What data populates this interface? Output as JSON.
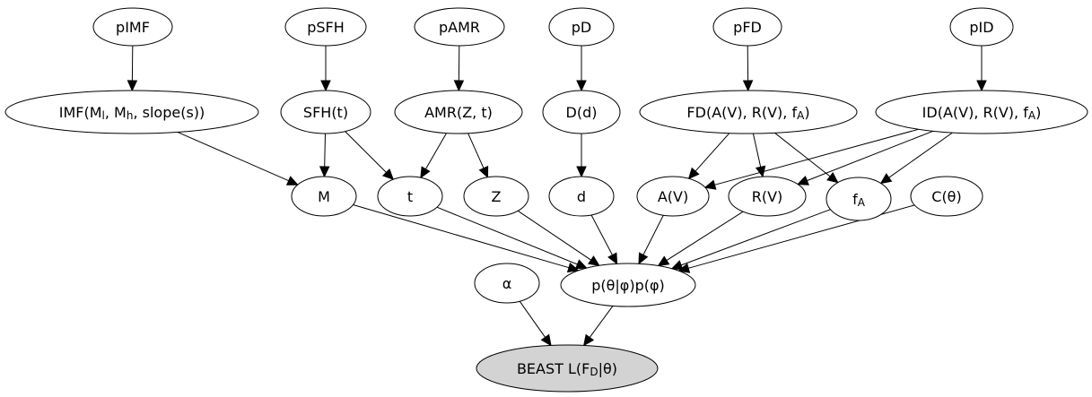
{
  "diagram": {
    "colors": {
      "line": "#000000",
      "node_fill": "#ffffff",
      "highlight_fill": "#d3d3d3"
    },
    "nodes": {
      "pIMF": {
        "label": [
          {
            "t": "pIMF"
          }
        ]
      },
      "pSFH": {
        "label": [
          {
            "t": "pSFH"
          }
        ]
      },
      "pAMR": {
        "label": [
          {
            "t": "pAMR"
          }
        ]
      },
      "pD": {
        "label": [
          {
            "t": "pD"
          }
        ]
      },
      "pFD": {
        "label": [
          {
            "t": "pFD"
          }
        ]
      },
      "pID": {
        "label": [
          {
            "t": "pID"
          }
        ]
      },
      "IMF": {
        "label": [
          {
            "t": "IMF(M"
          },
          {
            "t": "l",
            "sub": true
          },
          {
            "t": ", M"
          },
          {
            "t": "h",
            "sub": true
          },
          {
            "t": ", slope(s))"
          }
        ]
      },
      "SFH": {
        "label": [
          {
            "t": "SFH(t)"
          }
        ]
      },
      "AMR": {
        "label": [
          {
            "t": "AMR(Z, t)"
          }
        ]
      },
      "Dd": {
        "label": [
          {
            "t": "D(d)"
          }
        ]
      },
      "FD": {
        "label": [
          {
            "t": "FD(A(V), R(V), f"
          },
          {
            "t": "A",
            "sub": true
          },
          {
            "t": ")"
          }
        ]
      },
      "ID": {
        "label": [
          {
            "t": "ID(A(V), R(V), f"
          },
          {
            "t": "A",
            "sub": true
          },
          {
            "t": ")"
          }
        ]
      },
      "M": {
        "label": [
          {
            "t": "M"
          }
        ]
      },
      "t": {
        "label": [
          {
            "t": "t"
          }
        ]
      },
      "Z": {
        "label": [
          {
            "t": "Z"
          }
        ]
      },
      "d": {
        "label": [
          {
            "t": "d"
          }
        ]
      },
      "AV": {
        "label": [
          {
            "t": "A(V)"
          }
        ]
      },
      "RV": {
        "label": [
          {
            "t": "R(V)"
          }
        ]
      },
      "fA": {
        "label": [
          {
            "t": "f"
          },
          {
            "t": "A",
            "sub": true
          }
        ]
      },
      "Ctheta": {
        "label": [
          {
            "t": "C(θ)"
          }
        ]
      },
      "alpha": {
        "label": [
          {
            "t": "α"
          }
        ]
      },
      "prior": {
        "label": [
          {
            "t": "p(θ|φ)p(φ)"
          }
        ]
      },
      "beast": {
        "label": [
          {
            "t": "BEAST L(F"
          },
          {
            "t": "D",
            "sub": true
          },
          {
            "t": "|θ)"
          }
        ],
        "filled": true
      }
    },
    "edges": [
      [
        "pIMF",
        "IMF"
      ],
      [
        "pSFH",
        "SFH"
      ],
      [
        "pAMR",
        "AMR"
      ],
      [
        "pD",
        "Dd"
      ],
      [
        "pFD",
        "FD"
      ],
      [
        "pID",
        "ID"
      ],
      [
        "IMF",
        "M"
      ],
      [
        "SFH",
        "M"
      ],
      [
        "SFH",
        "t"
      ],
      [
        "AMR",
        "t"
      ],
      [
        "AMR",
        "Z"
      ],
      [
        "Dd",
        "d"
      ],
      [
        "FD",
        "AV"
      ],
      [
        "FD",
        "RV"
      ],
      [
        "FD",
        "fA"
      ],
      [
        "ID",
        "AV"
      ],
      [
        "ID",
        "RV"
      ],
      [
        "ID",
        "fA"
      ],
      [
        "M",
        "prior"
      ],
      [
        "t",
        "prior"
      ],
      [
        "Z",
        "prior"
      ],
      [
        "d",
        "prior"
      ],
      [
        "AV",
        "prior"
      ],
      [
        "RV",
        "prior"
      ],
      [
        "fA",
        "prior"
      ],
      [
        "Ctheta",
        "prior"
      ],
      [
        "alpha",
        "beast"
      ],
      [
        "prior",
        "beast"
      ]
    ]
  }
}
